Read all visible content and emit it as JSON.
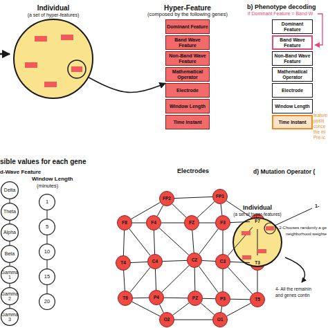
{
  "diagram": {
    "nodes": [
      {
        "text": [
          "Individual",
          "(a set of hyper-features)"
        ]
      },
      {
        "text": [
          "Hyper-Feature",
          "(composed by the following genes)"
        ]
      },
      {
        "text": [
          "Dominant Feature"
        ],
        "in": 1
      },
      {
        "text": [
          "Band Wave Feature"
        ],
        "in": 1
      },
      {
        "text": [
          "Non-Band Wave Feature"
        ],
        "in": 1
      },
      {
        "text": [
          "Mathematical Operator"
        ],
        "in": 1
      },
      {
        "text": [
          "Electrode"
        ],
        "in": 1
      },
      {
        "text": [
          "Window Length"
        ],
        "in": 1
      },
      {
        "text": [
          "Time Instant"
        ],
        "in": 1
      },
      {
        "text": [
          "b) Phenotype decoding"
        ]
      },
      {
        "text": [
          "Dominant Feature"
        ],
        "in": 9
      },
      {
        "text": [
          "Band Wave Feature"
        ],
        "in": 9
      },
      {
        "text": [
          "Non-Band Wave Feature"
        ],
        "in": 9
      },
      {
        "text": [
          "Mathematical Operator"
        ],
        "in": 9
      },
      {
        "text": [
          "Electrode"
        ],
        "in": 9
      },
      {
        "text": [
          "Window Length"
        ],
        "in": 9
      },
      {
        "text": [
          "Time Instant"
        ],
        "in": 9
      },
      {
        "text": [
          "Delta"
        ]
      },
      {
        "text": [
          "Theta"
        ]
      },
      {
        "text": [
          "Alpha"
        ]
      },
      {
        "text": [
          "Beta"
        ]
      },
      {
        "text": [
          "Gamma 1"
        ]
      },
      {
        "text": [
          "Gamma 2"
        ]
      },
      {
        "text": [
          "Gamma 3"
        ]
      },
      {
        "text": [
          "1"
        ]
      },
      {
        "text": [
          "5"
        ]
      },
      {
        "text": [
          "10"
        ]
      },
      {
        "text": [
          "15"
        ]
      },
      {
        "text": [
          "20"
        ]
      },
      {
        "text": [
          "FP2"
        ]
      },
      {
        "text": [
          "FP1"
        ]
      },
      {
        "text": [
          "F8"
        ]
      },
      {
        "text": [
          "F4"
        ]
      },
      {
        "text": [
          "FZ"
        ]
      },
      {
        "text": [
          "F3"
        ]
      },
      {
        "text": [
          "F7"
        ]
      },
      {
        "text": [
          "T4"
        ]
      },
      {
        "text": [
          "C4"
        ]
      },
      {
        "text": [
          "CZ"
        ]
      },
      {
        "text": [
          "C3"
        ]
      },
      {
        "text": [
          "T3"
        ]
      },
      {
        "text": [
          "T6"
        ]
      },
      {
        "text": [
          "P4"
        ]
      },
      {
        "text": [
          "PZ"
        ]
      },
      {
        "text": [
          "P3"
        ]
      },
      {
        "text": [
          "T5"
        ]
      },
      {
        "text": [
          "O2"
        ]
      },
      {
        "text": [
          "O1"
        ]
      },
      {
        "text": [
          "Individual",
          "(a set of hyper-features)"
        ]
      }
    ],
    "edges": [
      {
        "from": 0,
        "to": 1,
        "arrow": "to"
      },
      {
        "from": 17,
        "to": 18,
        "arrow": "none"
      },
      {
        "from": 18,
        "to": 19,
        "arrow": "none"
      },
      {
        "from": 19,
        "to": 20,
        "arrow": "none"
      },
      {
        "from": 20,
        "to": 21,
        "arrow": "none"
      },
      {
        "from": 21,
        "to": 22,
        "arrow": "none"
      },
      {
        "from": 22,
        "to": 23,
        "arrow": "none"
      },
      {
        "from": 24,
        "to": 25,
        "arrow": "none"
      },
      {
        "from": 25,
        "to": 26,
        "arrow": "none"
      },
      {
        "from": 26,
        "to": 27,
        "arrow": "none"
      },
      {
        "from": 27,
        "to": 28,
        "arrow": "none"
      },
      {
        "from": 29,
        "to": 30,
        "arrow": "none"
      },
      {
        "from": 29,
        "to": 31,
        "arrow": "none"
      },
      {
        "from": 29,
        "to": 32,
        "arrow": "none"
      },
      {
        "from": 29,
        "to": 33,
        "arrow": "none"
      },
      {
        "from": 30,
        "to": 33,
        "arrow": "none"
      },
      {
        "from": 30,
        "to": 34,
        "arrow": "none"
      },
      {
        "from": 30,
        "to": 35,
        "arrow": "none"
      },
      {
        "from": 31,
        "to": 32,
        "arrow": "none"
      },
      {
        "from": 32,
        "to": 33,
        "arrow": "none"
      },
      {
        "from": 33,
        "to": 34,
        "arrow": "none"
      },
      {
        "from": 34,
        "to": 35,
        "arrow": "none"
      },
      {
        "from": 31,
        "to": 36,
        "arrow": "none"
      },
      {
        "from": 31,
        "to": 37,
        "arrow": "none"
      },
      {
        "from": 32,
        "to": 37,
        "arrow": "none"
      },
      {
        "from": 32,
        "to": 38,
        "arrow": "none"
      },
      {
        "from": 33,
        "to": 38,
        "arrow": "none"
      },
      {
        "from": 34,
        "to": 38,
        "arrow": "none"
      },
      {
        "from": 34,
        "to": 39,
        "arrow": "none"
      },
      {
        "from": 35,
        "to": 39,
        "arrow": "none"
      },
      {
        "from": 35,
        "to": 40,
        "arrow": "none"
      },
      {
        "from": 36,
        "to": 37,
        "arrow": "none"
      },
      {
        "from": 37,
        "to": 38,
        "arrow": "none"
      },
      {
        "from": 38,
        "to": 39,
        "arrow": "none"
      },
      {
        "from": 39,
        "to": 40,
        "arrow": "none"
      },
      {
        "from": 36,
        "to": 41,
        "arrow": "none"
      },
      {
        "from": 37,
        "to": 41,
        "arrow": "none"
      },
      {
        "from": 37,
        "to": 42,
        "arrow": "none"
      },
      {
        "from": 38,
        "to": 42,
        "arrow": "none"
      },
      {
        "from": 38,
        "to": 43,
        "arrow": "none"
      },
      {
        "from": 38,
        "to": 44,
        "arrow": "none"
      },
      {
        "from": 39,
        "to": 44,
        "arrow": "none"
      },
      {
        "from": 39,
        "to": 45,
        "arrow": "none"
      },
      {
        "from": 40,
        "to": 45,
        "arrow": "none"
      },
      {
        "from": 41,
        "to": 42,
        "arrow": "none"
      },
      {
        "from": 42,
        "to": 43,
        "arrow": "none"
      },
      {
        "from": 43,
        "to": 44,
        "arrow": "none"
      },
      {
        "from": 44,
        "to": 45,
        "arrow": "none"
      },
      {
        "from": 41,
        "to": 46,
        "arrow": "none"
      },
      {
        "from": 42,
        "to": 46,
        "arrow": "none"
      },
      {
        "from": 43,
        "to": 46,
        "arrow": "none"
      },
      {
        "from": 43,
        "to": 47,
        "arrow": "none"
      },
      {
        "from": 44,
        "to": 47,
        "arrow": "none"
      },
      {
        "from": 45,
        "to": 47,
        "arrow": "none"
      },
      {
        "from": 46,
        "to": 47,
        "arrow": "none"
      }
    ],
    "labels": [
      "if Dominant Feature = Band W",
      "feature",
      "positi",
      "conce",
      "the mi",
      "Pre-ic",
      "sible values for each gene",
      "d-Wave Feature",
      "Window Length",
      "(minutes)",
      "Electrodes",
      "d) Mutation Operator (",
      "1-",
      "2-Chooses randomly a ge",
      "neighborhood weighte",
      "4- All the remainin",
      "and genes contin"
    ]
  }
}
